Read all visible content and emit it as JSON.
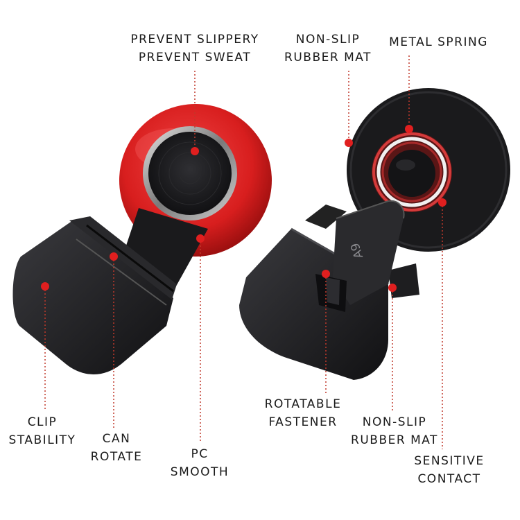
{
  "colors": {
    "accent_red": "#d81e1e",
    "body_black": "#1c1c1e",
    "leader_line": "#c0392b",
    "text": "#1a1a1a"
  },
  "product_text": {
    "button_marking": "A9"
  },
  "callouts": {
    "prevent": {
      "line1": "PREVENT SLIPPERY",
      "line2": "PREVENT SWEAT"
    },
    "nonslip_top": {
      "line1": "NON-SLIP",
      "line2": "RUBBER MAT"
    },
    "metal_spring": {
      "line1": "METAL SPRING"
    },
    "clip": {
      "line1": "CLIP",
      "line2": "STABILITY"
    },
    "can_rotate": {
      "line1": "CAN",
      "line2": "ROTATE"
    },
    "pc_smooth": {
      "line1": "PC",
      "line2": "SMOOTH"
    },
    "rotatable": {
      "line1": "ROTATABLE",
      "line2": "FASTENER"
    },
    "nonslip_bottom": {
      "line1": "NON-SLIP",
      "line2": "RUBBER MAT"
    },
    "sensitive": {
      "line1": "SENSITIVE",
      "line2": "CONTACT"
    }
  }
}
